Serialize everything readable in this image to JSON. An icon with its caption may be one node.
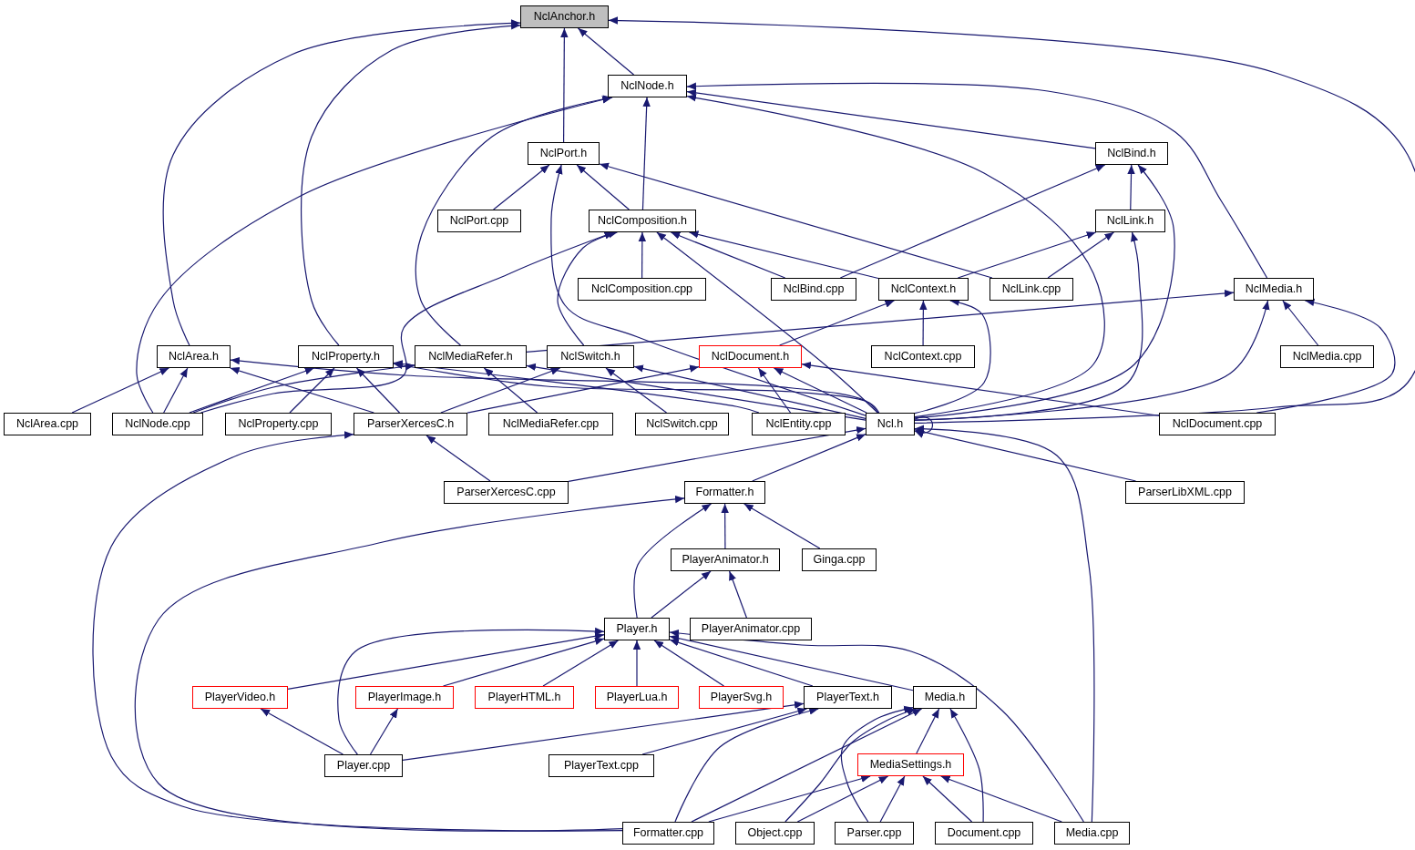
{
  "diagram": {
    "nodes": [
      {
        "text": [
          "NclAnchor.h"
        ]
      },
      {
        "text": [
          "NclNode.h"
        ]
      },
      {
        "text": [
          "NclPort.h"
        ]
      },
      {
        "text": [
          "NclBind.h"
        ]
      },
      {
        "text": [
          "NclPort.cpp"
        ]
      },
      {
        "text": [
          "NclComposition.h"
        ]
      },
      {
        "text": [
          "NclLink.h"
        ]
      },
      {
        "text": [
          "NclComposition.cpp"
        ]
      },
      {
        "text": [
          "NclBind.cpp"
        ]
      },
      {
        "text": [
          "NclContext.h"
        ]
      },
      {
        "text": [
          "NclLink.cpp"
        ]
      },
      {
        "text": [
          "NclMedia.h"
        ]
      },
      {
        "text": [
          "NclArea.h"
        ]
      },
      {
        "text": [
          "NclProperty.h"
        ]
      },
      {
        "text": [
          "NclMediaRefer.h"
        ]
      },
      {
        "text": [
          "NclSwitch.h"
        ]
      },
      {
        "text": [
          "NclDocument.h"
        ]
      },
      {
        "text": [
          "NclContext.cpp"
        ]
      },
      {
        "text": [
          "NclMedia.cpp"
        ]
      },
      {
        "text": [
          "NclArea.cpp"
        ]
      },
      {
        "text": [
          "NclNode.cpp"
        ]
      },
      {
        "text": [
          "NclProperty.cpp"
        ]
      },
      {
        "text": [
          "ParserXercesC.h"
        ]
      },
      {
        "text": [
          "NclMediaRefer.cpp"
        ]
      },
      {
        "text": [
          "NclSwitch.cpp"
        ]
      },
      {
        "text": [
          "NclEntity.cpp"
        ]
      },
      {
        "text": [
          "Ncl.h"
        ]
      },
      {
        "text": [
          "NclDocument.cpp"
        ]
      },
      {
        "text": [
          "ParserXercesC.cpp"
        ]
      },
      {
        "text": [
          "Formatter.h"
        ]
      },
      {
        "text": [
          "ParserLibXML.cpp"
        ]
      },
      {
        "text": [
          "PlayerAnimator.h"
        ]
      },
      {
        "text": [
          "Ginga.cpp"
        ]
      },
      {
        "text": [
          "Player.h"
        ]
      },
      {
        "text": [
          "PlayerAnimator.cpp"
        ]
      },
      {
        "text": [
          "PlayerVideo.h"
        ]
      },
      {
        "text": [
          "PlayerImage.h"
        ]
      },
      {
        "text": [
          "PlayerHTML.h"
        ]
      },
      {
        "text": [
          "PlayerLua.h"
        ]
      },
      {
        "text": [
          "PlayerSvg.h"
        ]
      },
      {
        "text": [
          "PlayerText.h"
        ]
      },
      {
        "text": [
          "Media.h"
        ]
      },
      {
        "text": [
          "Player.cpp"
        ]
      },
      {
        "text": [
          "PlayerText.cpp"
        ]
      },
      {
        "text": [
          "MediaSettings.h"
        ]
      },
      {
        "text": [
          "Formatter.cpp"
        ]
      },
      {
        "text": [
          "Object.cpp"
        ]
      },
      {
        "text": [
          "Parser.cpp"
        ]
      },
      {
        "text": [
          "Document.cpp"
        ]
      },
      {
        "text": [
          "Media.cpp"
        ]
      }
    ],
    "edges": [
      {
        "from": 12,
        "to": 0,
        "arrow": "to"
      },
      {
        "from": 13,
        "to": 0,
        "arrow": "to"
      },
      {
        "from": 2,
        "to": 0,
        "arrow": "to"
      },
      {
        "from": 1,
        "to": 0,
        "arrow": "to"
      },
      {
        "from": 26,
        "to": 0,
        "arrow": "to"
      },
      {
        "from": 5,
        "to": 1,
        "arrow": "to"
      },
      {
        "from": 20,
        "to": 1,
        "arrow": "to"
      },
      {
        "from": 14,
        "to": 1,
        "arrow": "to"
      },
      {
        "from": 26,
        "to": 1,
        "arrow": "to"
      },
      {
        "from": 3,
        "to": 1,
        "arrow": "to"
      },
      {
        "from": 11,
        "to": 1,
        "arrow": "to"
      },
      {
        "from": 4,
        "to": 2,
        "arrow": "to"
      },
      {
        "from": 5,
        "to": 2,
        "arrow": "to"
      },
      {
        "from": 26,
        "to": 2,
        "arrow": "to"
      },
      {
        "from": 10,
        "to": 2,
        "arrow": "to"
      },
      {
        "from": 8,
        "to": 3,
        "arrow": "to"
      },
      {
        "from": 6,
        "to": 3,
        "arrow": "to"
      },
      {
        "from": 26,
        "to": 3,
        "arrow": "to"
      },
      {
        "from": 20,
        "to": 5,
        "arrow": "to"
      },
      {
        "from": 15,
        "to": 5,
        "arrow": "to"
      },
      {
        "from": 7,
        "to": 5,
        "arrow": "to"
      },
      {
        "from": 8,
        "to": 5,
        "arrow": "to"
      },
      {
        "from": 9,
        "to": 5,
        "arrow": "to"
      },
      {
        "from": 26,
        "to": 5,
        "arrow": "to"
      },
      {
        "from": 9,
        "to": 6,
        "arrow": "to"
      },
      {
        "from": 10,
        "to": 6,
        "arrow": "to"
      },
      {
        "from": 26,
        "to": 6,
        "arrow": "to"
      },
      {
        "from": 16,
        "to": 9,
        "arrow": "to"
      },
      {
        "from": 17,
        "to": 9,
        "arrow": "to"
      },
      {
        "from": 26,
        "to": 9,
        "arrow": "to"
      },
      {
        "from": 14,
        "to": 11,
        "arrow": "to"
      },
      {
        "from": 18,
        "to": 11,
        "arrow": "to"
      },
      {
        "from": 26,
        "to": 11,
        "arrow": "to"
      },
      {
        "from": 27,
        "to": 11,
        "arrow": "to"
      },
      {
        "from": 19,
        "to": 12,
        "arrow": "to"
      },
      {
        "from": 20,
        "to": 12,
        "arrow": "to"
      },
      {
        "from": 22,
        "to": 12,
        "arrow": "to"
      },
      {
        "from": 26,
        "to": 12,
        "arrow": "to"
      },
      {
        "from": 20,
        "to": 13,
        "arrow": "to"
      },
      {
        "from": 21,
        "to": 13,
        "arrow": "to"
      },
      {
        "from": 22,
        "to": 13,
        "arrow": "to"
      },
      {
        "from": 26,
        "to": 13,
        "arrow": "to"
      },
      {
        "from": 25,
        "to": 13,
        "arrow": "to"
      },
      {
        "from": 23,
        "to": 14,
        "arrow": "to"
      },
      {
        "from": 26,
        "to": 14,
        "arrow": "to"
      },
      {
        "from": 20,
        "to": 14,
        "arrow": "to"
      },
      {
        "from": 22,
        "to": 15,
        "arrow": "to"
      },
      {
        "from": 24,
        "to": 15,
        "arrow": "to"
      },
      {
        "from": 26,
        "to": 15,
        "arrow": "to"
      },
      {
        "from": 22,
        "to": 16,
        "arrow": "to"
      },
      {
        "from": 25,
        "to": 16,
        "arrow": "to"
      },
      {
        "from": 26,
        "to": 16,
        "arrow": "to"
      },
      {
        "from": 27,
        "to": 16,
        "arrow": "to"
      },
      {
        "from": 26,
        "to": 26,
        "arrow": "to"
      },
      {
        "from": 28,
        "to": 26,
        "arrow": "to"
      },
      {
        "from": 29,
        "to": 26,
        "arrow": "to"
      },
      {
        "from": 30,
        "to": 26,
        "arrow": "to"
      },
      {
        "from": 49,
        "to": 26,
        "arrow": "to"
      },
      {
        "from": 28,
        "to": 22,
        "arrow": "to"
      },
      {
        "from": 45,
        "to": 22,
        "arrow": "to"
      },
      {
        "from": 31,
        "to": 29,
        "arrow": "to"
      },
      {
        "from": 32,
        "to": 29,
        "arrow": "to"
      },
      {
        "from": 33,
        "to": 29,
        "arrow": "to"
      },
      {
        "from": 45,
        "to": 29,
        "arrow": "to"
      },
      {
        "from": 33,
        "to": 31,
        "arrow": "to"
      },
      {
        "from": 34,
        "to": 31,
        "arrow": "to"
      },
      {
        "from": 35,
        "to": 33,
        "arrow": "to"
      },
      {
        "from": 36,
        "to": 33,
        "arrow": "to"
      },
      {
        "from": 37,
        "to": 33,
        "arrow": "to"
      },
      {
        "from": 38,
        "to": 33,
        "arrow": "to"
      },
      {
        "from": 39,
        "to": 33,
        "arrow": "to"
      },
      {
        "from": 40,
        "to": 33,
        "arrow": "to"
      },
      {
        "from": 41,
        "to": 33,
        "arrow": "to"
      },
      {
        "from": 42,
        "to": 33,
        "arrow": "to"
      },
      {
        "from": 49,
        "to": 33,
        "arrow": "to"
      },
      {
        "from": 42,
        "to": 35,
        "arrow": "to"
      },
      {
        "from": 42,
        "to": 36,
        "arrow": "to"
      },
      {
        "from": 42,
        "to": 40,
        "arrow": "to"
      },
      {
        "from": 43,
        "to": 40,
        "arrow": "to"
      },
      {
        "from": 45,
        "to": 40,
        "arrow": "to"
      },
      {
        "from": 45,
        "to": 41,
        "arrow": "to"
      },
      {
        "from": 46,
        "to": 41,
        "arrow": "to"
      },
      {
        "from": 47,
        "to": 41,
        "arrow": "to"
      },
      {
        "from": 44,
        "to": 41,
        "arrow": "to"
      },
      {
        "from": 48,
        "to": 41,
        "arrow": "to"
      },
      {
        "from": 45,
        "to": 44,
        "arrow": "to"
      },
      {
        "from": 46,
        "to": 44,
        "arrow": "to"
      },
      {
        "from": 47,
        "to": 44,
        "arrow": "to"
      },
      {
        "from": 48,
        "to": 44,
        "arrow": "to"
      },
      {
        "from": 49,
        "to": 44,
        "arrow": "to"
      }
    ]
  }
}
